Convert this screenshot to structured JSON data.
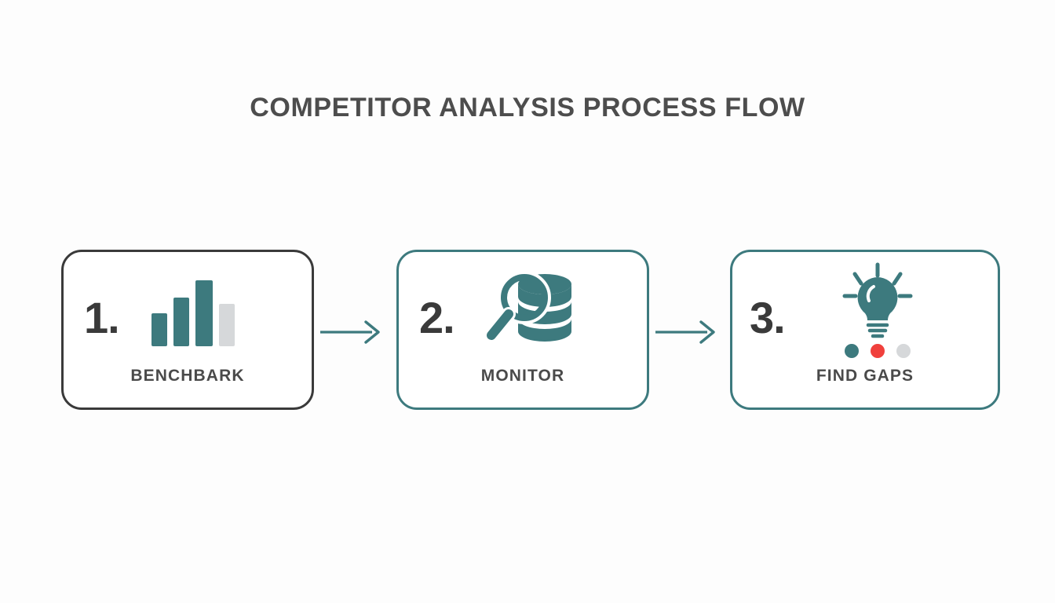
{
  "page": {
    "title": "COMPETITOR ANALYSIS PROCESS FLOW",
    "background_color": "#fdfdfd",
    "accent_color": "#3d7a7e",
    "dark_color": "#3a3a3a",
    "muted_color": "#d6d8da",
    "alert_color": "#f0403c"
  },
  "flow": {
    "steps": [
      {
        "number": "1.",
        "label": "BENCHBARK",
        "icon": "bar-chart-icon",
        "border_color": "#3a3a3a",
        "bars": [
          {
            "height": 34,
            "color": "#3d7a7e"
          },
          {
            "height": 56,
            "color": "#3d7a7e"
          },
          {
            "height": 76,
            "color": "#3d7a7e"
          },
          {
            "height": 48,
            "color": "#d6d8da"
          }
        ]
      },
      {
        "number": "2.",
        "label": "MONITOR",
        "icon": "magnifier-database-icon",
        "border_color": "#3d7a7e"
      },
      {
        "number": "3.",
        "label": "FIND GAPS",
        "icon": "lightbulb-icon",
        "border_color": "#3d7a7e",
        "dots": [
          {
            "color": "#3d7a7e"
          },
          {
            "color": "#f0403c"
          },
          {
            "color": "#d6d8da"
          }
        ]
      }
    ],
    "connectors": [
      {
        "icon": "arrow-right-icon",
        "color": "#3d7a7e"
      },
      {
        "icon": "arrow-right-icon",
        "color": "#3d7a7e"
      }
    ]
  }
}
